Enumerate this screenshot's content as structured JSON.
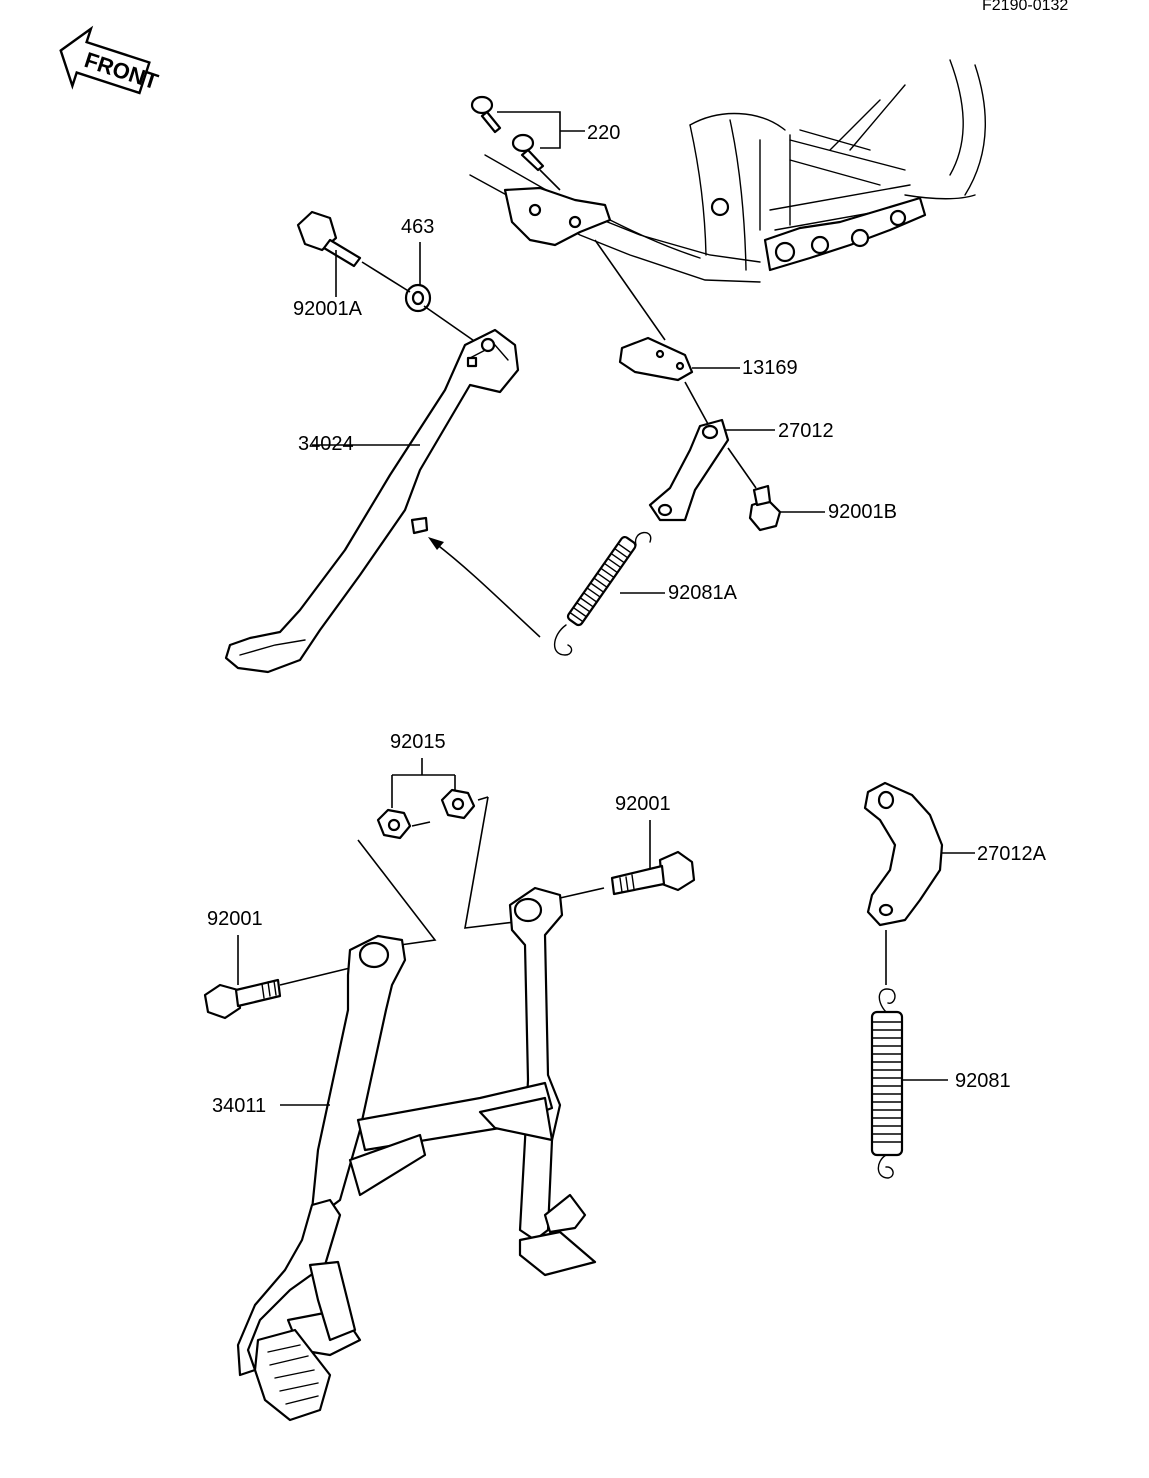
{
  "diagram": {
    "reference_code": "F2190-0132",
    "front_marker": "FRONT",
    "parts": {
      "p220": "220",
      "p463": "463",
      "p92001A": "92001A",
      "p13169": "13169",
      "p34024": "34024",
      "p27012": "27012",
      "p92001B": "92001B",
      "p92081A": "92081A",
      "p92015": "92015",
      "p92001_right": "92001",
      "p92001_left": "92001",
      "p27012A": "27012A",
      "p34011": "34011",
      "p92081": "92081"
    }
  }
}
